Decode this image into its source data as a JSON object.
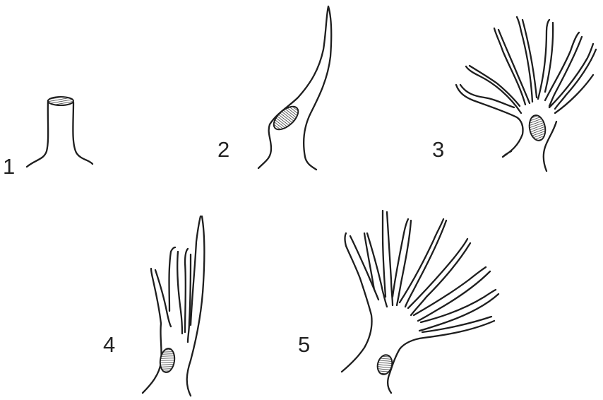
{
  "figures": [
    {
      "label": "1"
    },
    {
      "label": "2"
    },
    {
      "label": "3"
    },
    {
      "label": "4"
    },
    {
      "label": "5"
    }
  ]
}
